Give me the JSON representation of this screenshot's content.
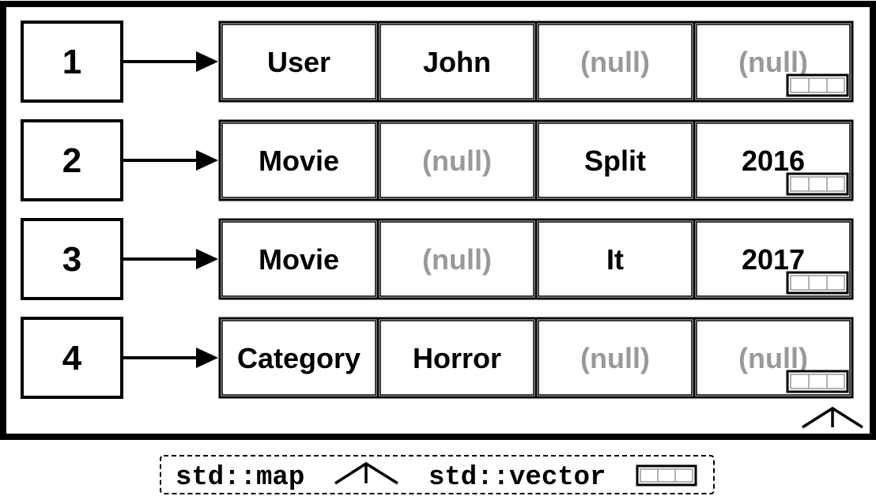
{
  "rows": [
    {
      "key": "1",
      "cells": [
        {
          "text": "User",
          "null": false
        },
        {
          "text": "John",
          "null": false
        },
        {
          "text": "(null)",
          "null": true
        },
        {
          "text": "(null)",
          "null": true
        }
      ]
    },
    {
      "key": "2",
      "cells": [
        {
          "text": "Movie",
          "null": false
        },
        {
          "text": "(null)",
          "null": true
        },
        {
          "text": "Split",
          "null": false
        },
        {
          "text": "2016",
          "null": false
        }
      ]
    },
    {
      "key": "3",
      "cells": [
        {
          "text": "Movie",
          "null": false
        },
        {
          "text": "(null)",
          "null": true
        },
        {
          "text": "It",
          "null": false
        },
        {
          "text": "2017",
          "null": false
        }
      ]
    },
    {
      "key": "4",
      "cells": [
        {
          "text": "Category",
          "null": false
        },
        {
          "text": "Horror",
          "null": false
        },
        {
          "text": "(null)",
          "null": true
        },
        {
          "text": "(null)",
          "null": true
        }
      ]
    }
  ],
  "legend": {
    "map_label": "std::map",
    "map_icon": "map-caret-icon",
    "vector_label": "std::vector",
    "vector_icon": "vector-cells-icon"
  },
  "colors": {
    "stroke": "#000000",
    "text": "#000000",
    "null_text": "#999999",
    "background": "#ffffff"
  }
}
